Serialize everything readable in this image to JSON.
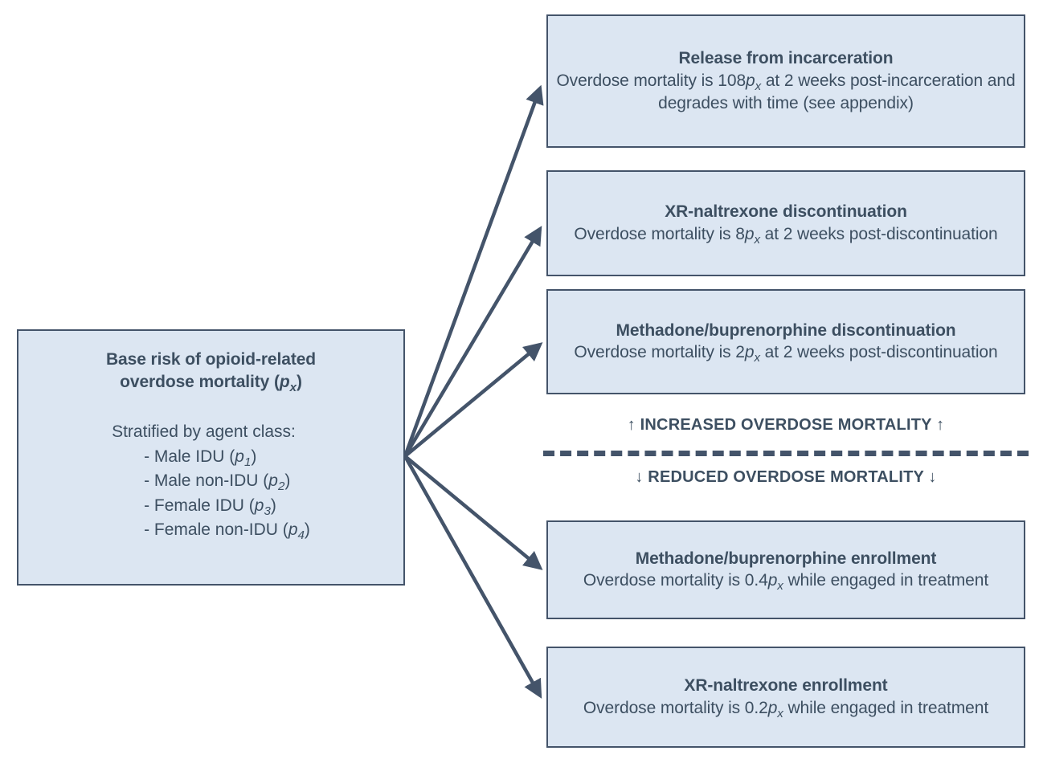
{
  "diagram": {
    "type": "flow-diagram",
    "title": "Base risk of opioid-related overdose mortality model",
    "colors": {
      "node_fill": "#dce6f2",
      "node_border": "#44546a",
      "text": "#3d4f61",
      "arrow": "#44546a",
      "background": "#ffffff"
    },
    "source_node": {
      "name": "base-risk",
      "title_line1": "Base risk of opioid-related",
      "title_line2_prefix": "overdose mortality (",
      "title_line2_var": "p",
      "title_line2_sub": "x",
      "title_line2_suffix": ")",
      "stratified_heading": "Stratified by agent class:",
      "strata": [
        {
          "label": "- Male IDU (",
          "var": "p",
          "sub": "1",
          "close": ")"
        },
        {
          "label": "- Male non-IDU (",
          "var": "p",
          "sub": "2",
          "close": ")"
        },
        {
          "label": "- Female IDU (",
          "var": "p",
          "sub": "3",
          "close": ")"
        },
        {
          "label": "- Female non-IDU (",
          "var": "p",
          "sub": "4",
          "close": ")"
        }
      ]
    },
    "divider": {
      "increased_label": "↑ INCREASED OVERDOSE MORTALITY ↑",
      "reduced_label": "↓ REDUCED OVERDOSE MORTALITY ↓"
    },
    "targets": [
      {
        "name": "release-from-incarceration",
        "group": "increased",
        "title": "Release from incarceration",
        "body_pre": "Overdose mortality is 108",
        "body_var": "p",
        "body_sub": "x",
        "body_post": " at 2 weeks post-incarceration and degrades with time (see appendix)",
        "multiplier": 108
      },
      {
        "name": "xr-naltrexone-discontinuation",
        "group": "increased",
        "title": "XR-naltrexone discontinuation",
        "body_pre": "Overdose mortality is 8",
        "body_var": "p",
        "body_sub": "x",
        "body_post": "  at 2 weeks post-discontinuation",
        "multiplier": 8
      },
      {
        "name": "methadone-buprenorphine-discontinuation",
        "group": "increased",
        "title": "Methadone/buprenorphine discontinuation",
        "body_pre": "Overdose mortality is 2",
        "body_var": "p",
        "body_sub": "x",
        "body_post": " at 2 weeks post-discontinuation",
        "multiplier": 2
      },
      {
        "name": "methadone-buprenorphine-enrollment",
        "group": "reduced",
        "title": "Methadone/buprenorphine enrollment",
        "body_pre": "Overdose mortality is 0.4",
        "body_var": "p",
        "body_sub": "x",
        "body_post": " while engaged in treatment",
        "multiplier": 0.4
      },
      {
        "name": "xr-naltrexone-enrollment",
        "group": "reduced",
        "title": "XR-naltrexone enrollment",
        "body_pre": "Overdose mortality is 0.2",
        "body_var": "p",
        "body_sub": "x",
        "body_post": " while engaged in treatment",
        "multiplier": 0.2
      }
    ]
  }
}
